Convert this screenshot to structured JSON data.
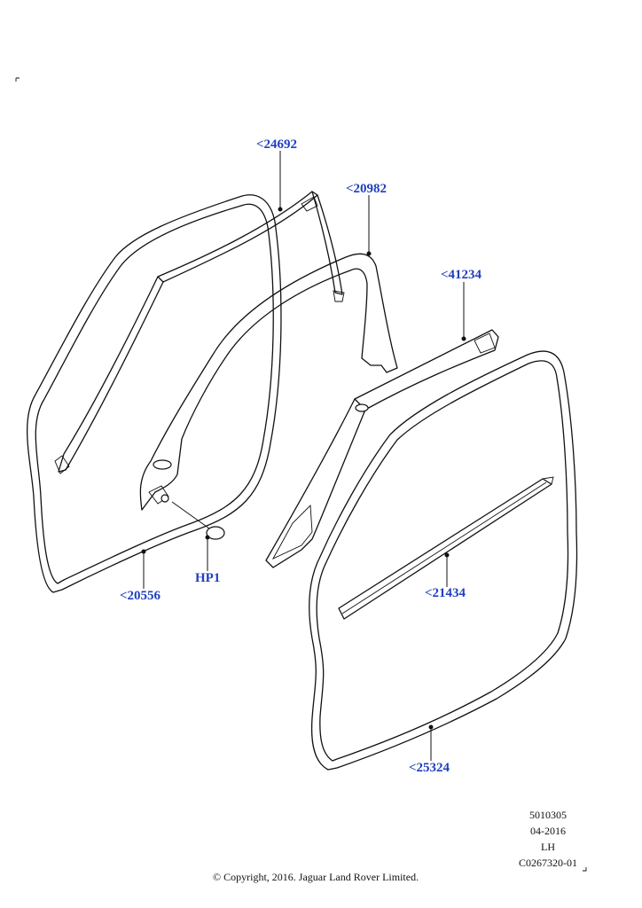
{
  "callouts": [
    {
      "id": "24692",
      "label": "<24692"
    },
    {
      "id": "20982",
      "label": "<20982"
    },
    {
      "id": "41234",
      "label": "<41234"
    },
    {
      "id": "21434",
      "label": "<21434"
    },
    {
      "id": "20556",
      "label": "<20556"
    },
    {
      "id": "HP1",
      "label": "HP1"
    },
    {
      "id": "25324",
      "label": "<25324"
    }
  ],
  "meta": {
    "code": "5010305",
    "date": "04-2016",
    "side": "LH",
    "ref": "C0267320-01"
  },
  "copyright": "© Copyright, 2016. Jaguar Land Rover Limited.",
  "colors": {
    "callout": "#1f3fbf",
    "line": "#111111"
  }
}
